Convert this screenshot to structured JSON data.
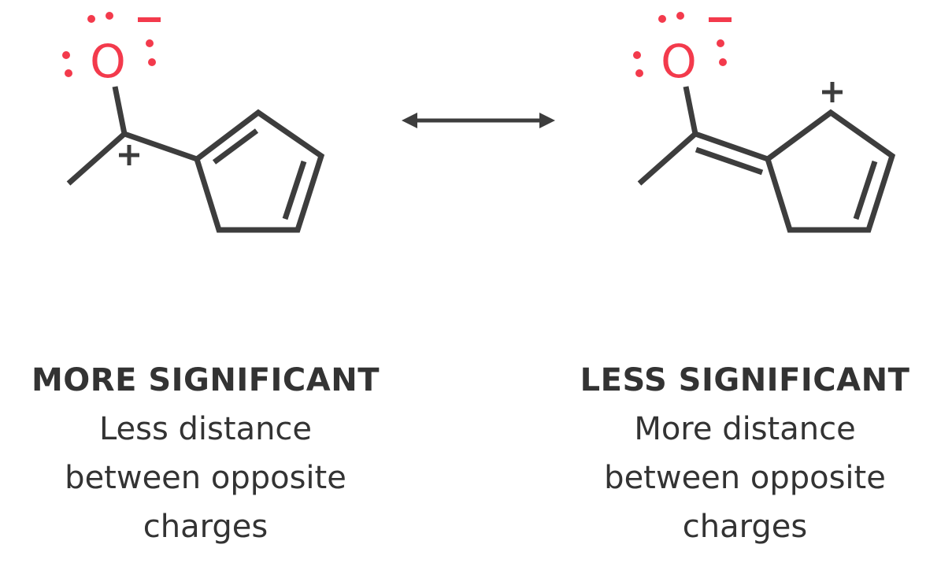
{
  "left": {
    "atom_label": "O",
    "heading": "MORE SIGNIFICANT",
    "description": [
      "Less distance",
      "between opposite",
      "charges"
    ]
  },
  "right": {
    "atom_label": "O",
    "heading": "LESS SIGNIFICANT",
    "description": [
      "More distance",
      "between opposite",
      "charges"
    ]
  },
  "colors": {
    "bond": "#3d3d3d",
    "oxygen": "#f33a4c",
    "text": "#333333"
  }
}
